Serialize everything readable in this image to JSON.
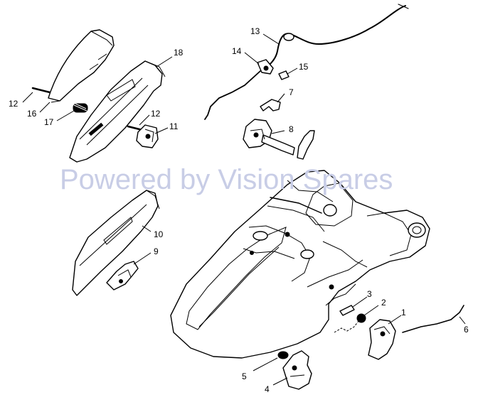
{
  "watermark": "Powered by Vision Spares",
  "callouts": {
    "c1": "1",
    "c2": "2",
    "c3": "3",
    "c4": "4",
    "c5": "5",
    "c6": "6",
    "c7": "7",
    "c8": "8",
    "c9": "9",
    "c10": "10",
    "c11": "11",
    "c12a": "12",
    "c12b": "12",
    "c13": "13",
    "c14": "14",
    "c15": "15",
    "c16": "16",
    "c17": "17",
    "c18": "18"
  }
}
